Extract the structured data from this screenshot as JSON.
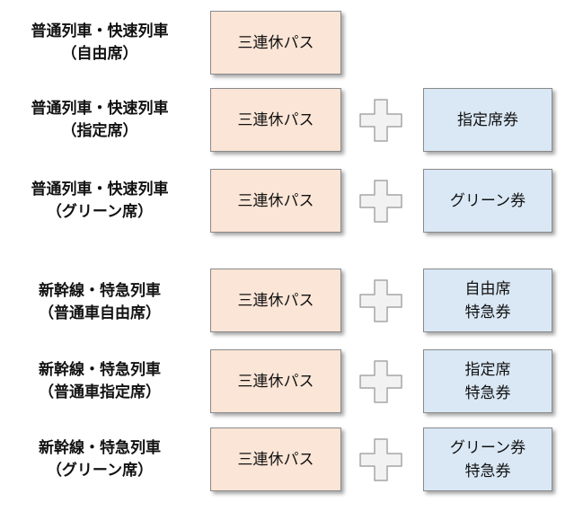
{
  "colors": {
    "pass_fill": "#fbe5d6",
    "ticket_fill": "#dae8f5",
    "plus_fill": "#f2f2f2",
    "plus_stroke": "#a6a6a6"
  },
  "icon": "plus-icon",
  "rows": [
    {
      "category": [
        "普通列車・快速列車",
        "（自由席）"
      ],
      "pass": "三連休パス",
      "ticket": []
    },
    {
      "category": [
        "普通列車・快速列車",
        "（指定席）"
      ],
      "pass": "三連休パス",
      "ticket": [
        "指定席券"
      ]
    },
    {
      "category": [
        "普通列車・快速列車",
        "（グリーン席）"
      ],
      "pass": "三連休パス",
      "ticket": [
        "グリーン券"
      ]
    },
    {
      "category": [
        "新幹線・特急列車",
        "（普通車自由席）"
      ],
      "pass": "三連休パス",
      "ticket": [
        "自由席",
        "特急券"
      ]
    },
    {
      "category": [
        "新幹線・特急列車",
        "（普通車指定席）"
      ],
      "pass": "三連休パス",
      "ticket": [
        "指定席",
        "特急券"
      ]
    },
    {
      "category": [
        "新幹線・特急列車",
        "（グリーン席）"
      ],
      "pass": "三連休パス",
      "ticket": [
        "グリーン券",
        "特急券"
      ]
    }
  ]
}
